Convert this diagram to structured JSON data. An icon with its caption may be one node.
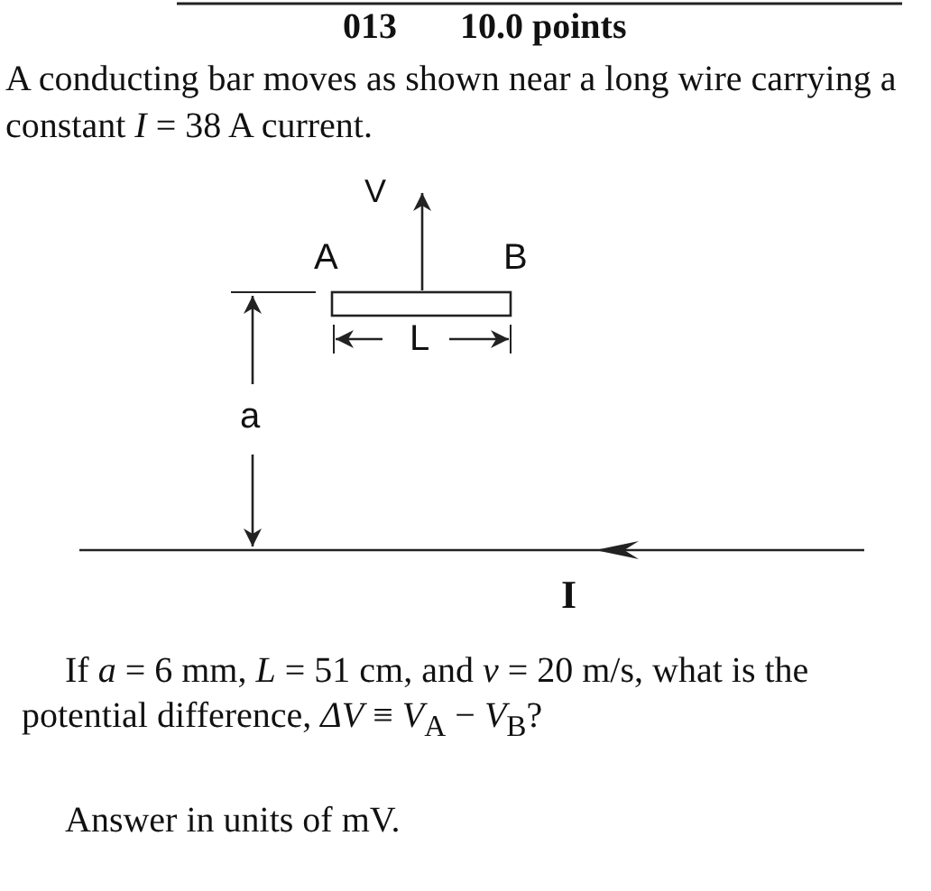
{
  "diagram": {
    "nodes": [
      {
        "text": [],
        "shape": "bar"
      }
    ],
    "labels": [
      "013",
      "10.0 points",
      "A conducting bar moves as shown near a long wire carrying a constant *I* = 38 A current.",
      "V",
      "A",
      "B",
      "L",
      "a",
      "I",
      "If *a* = 6 mm, *L* = 51 cm, and *v* = 20 m/s, what is the potential difference, *ΔV* ≡ *V*$_{A}$ − *V*$_{B}$?",
      "Answer in units of  mV."
    ]
  }
}
